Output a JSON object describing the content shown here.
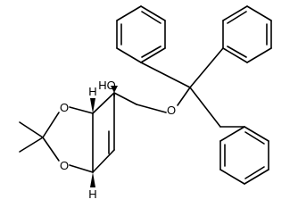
{
  "structure": {
    "labels": {
      "hydroxyl": "HO",
      "ether_oxygen": "O",
      "dioxolane_oxygen_top": "O",
      "dioxolane_oxygen_bottom": "O",
      "stereo_h_top": "H",
      "stereo_h_bottom": "H"
    },
    "colors": {
      "bond": "#000000",
      "text": "#000000",
      "background": "#ffffff"
    }
  }
}
